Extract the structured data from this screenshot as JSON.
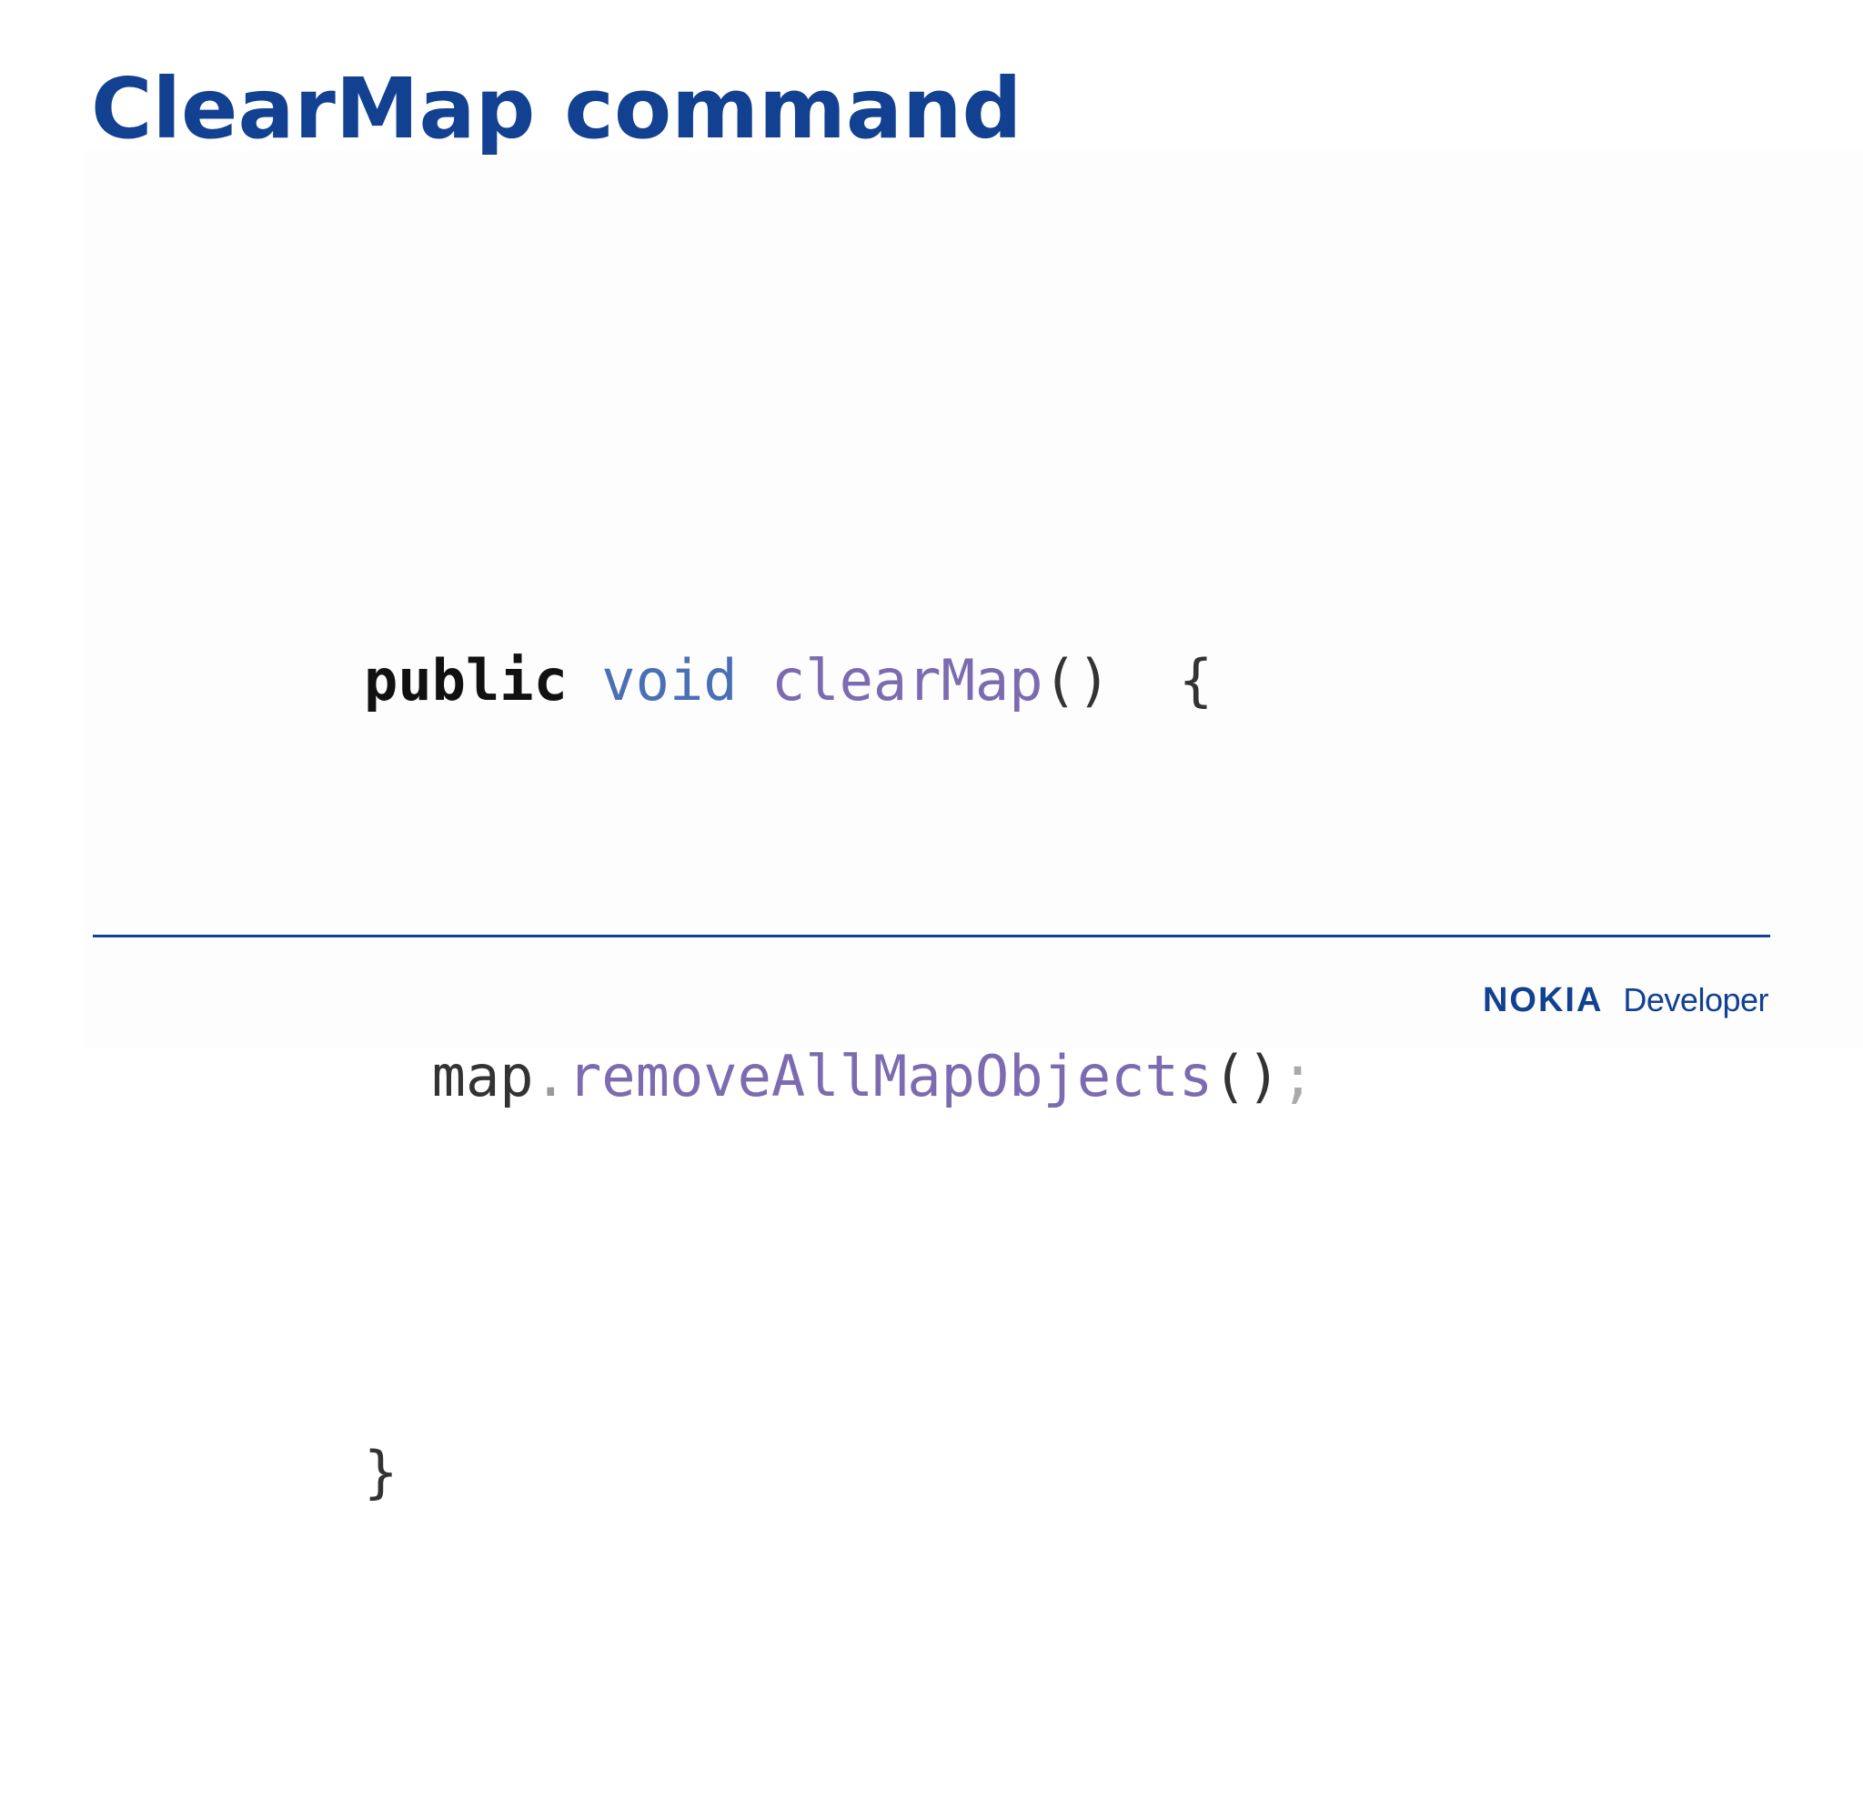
{
  "slide": {
    "title": "ClearMap command"
  },
  "code": {
    "line1": {
      "keyword_public": "public",
      "keyword_void": "void",
      "method_name": "clearMap",
      "parens": "()",
      "open_brace": "{"
    },
    "line2": {
      "object": "map",
      "dot": ".",
      "method_call": "removeAllMapObjects",
      "parens": "()",
      "semicolon": ";"
    },
    "line3": {
      "close_brace": "}"
    }
  },
  "footer": {
    "brand_name": "NOKIA",
    "brand_suffix": "Developer"
  },
  "colors": {
    "title": "#124191",
    "divider": "#124191",
    "keyword_void": "#4a6fb5",
    "method": "#7c6bb0"
  }
}
